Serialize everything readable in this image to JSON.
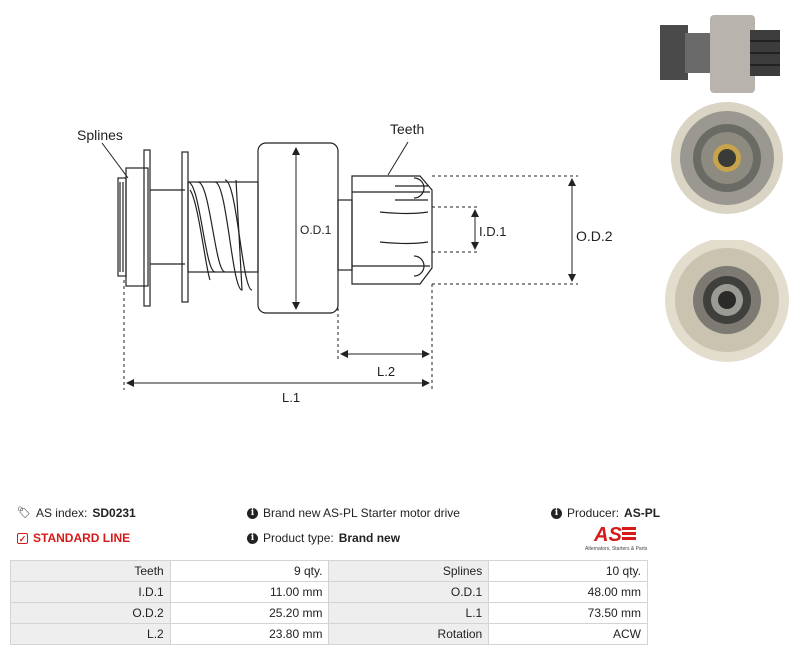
{
  "diagram": {
    "labels": {
      "splines": "Splines",
      "teeth": "Teeth",
      "od1": "O.D.1",
      "id1": "I.D.1",
      "od2": "O.D.2",
      "l2": "L.2",
      "l1": "L.1"
    }
  },
  "product": {
    "as_index_label": "AS index:",
    "as_index_value": "SD0231",
    "line": "STANDARD LINE",
    "description": "Brand new AS-PL Starter motor drive",
    "type_label": "Product type:",
    "type_value": "Brand new",
    "producer_label": "Producer:",
    "producer_value": "AS-PL"
  },
  "logo": {
    "mark": "AS",
    "tagline": "Alternators, Starters & Parts",
    "color": "#d61a1a"
  },
  "specs": [
    {
      "l1": "Teeth",
      "v1": "9 qty.",
      "l2": "Splines",
      "v2": "10 qty."
    },
    {
      "l1": "I.D.1",
      "v1": "11.00 mm",
      "l2": "O.D.1",
      "v2": "48.00 mm"
    },
    {
      "l1": "O.D.2",
      "v1": "25.20 mm",
      "l2": "L.1",
      "v2": "73.50 mm"
    },
    {
      "l1": "L.2",
      "v1": "23.80 mm",
      "l2": "Rotation",
      "v2": "ACW"
    }
  ]
}
